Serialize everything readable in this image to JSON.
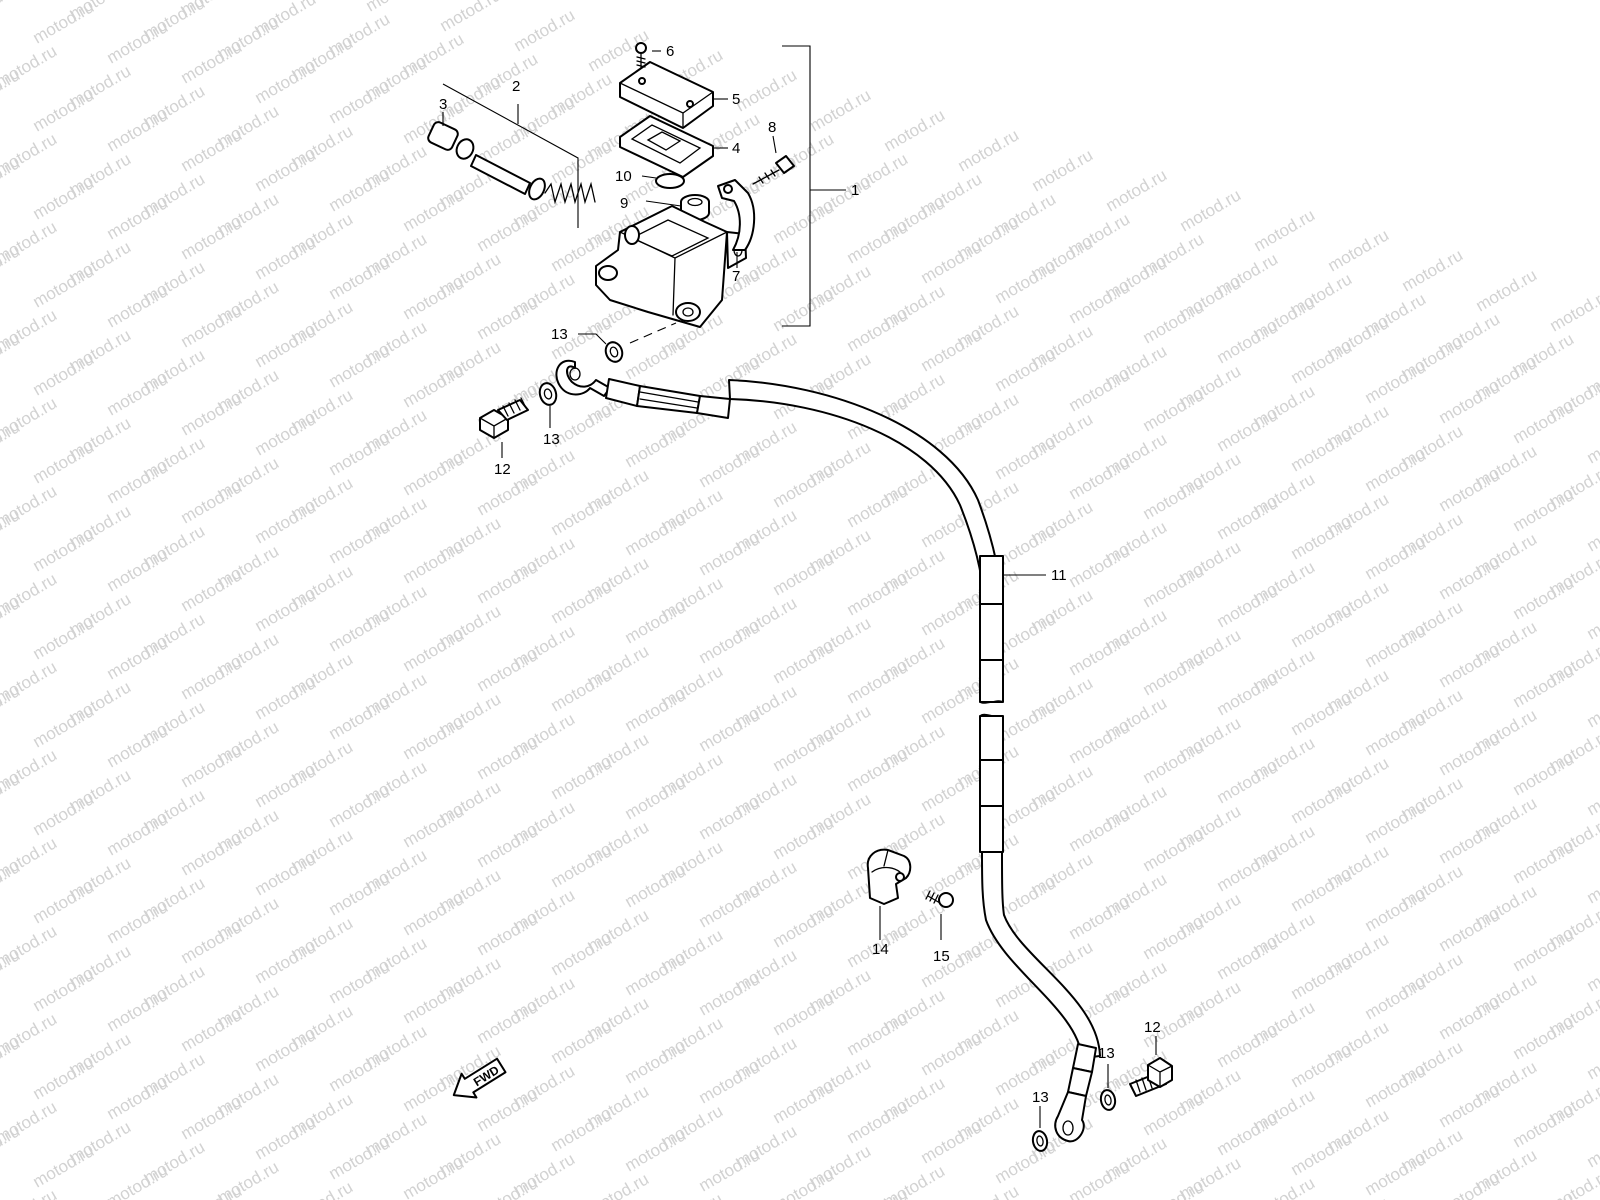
{
  "watermark": {
    "text": "motod.ru"
  },
  "fwd_label": "FWD",
  "callouts": [
    {
      "id": "c1",
      "label": "1"
    },
    {
      "id": "c2",
      "label": "2"
    },
    {
      "id": "c3",
      "label": "3"
    },
    {
      "id": "c4",
      "label": "4"
    },
    {
      "id": "c5",
      "label": "5"
    },
    {
      "id": "c6",
      "label": "6"
    },
    {
      "id": "c7",
      "label": "7"
    },
    {
      "id": "c8",
      "label": "8"
    },
    {
      "id": "c9",
      "label": "9"
    },
    {
      "id": "c10",
      "label": "10"
    },
    {
      "id": "c11",
      "label": "11"
    },
    {
      "id": "c12a",
      "label": "12"
    },
    {
      "id": "c13a",
      "label": "13"
    },
    {
      "id": "c13b",
      "label": "13"
    },
    {
      "id": "c14",
      "label": "14"
    },
    {
      "id": "c15",
      "label": "15"
    },
    {
      "id": "c12b",
      "label": "12"
    },
    {
      "id": "c13c",
      "label": "13"
    },
    {
      "id": "c13d",
      "label": "13"
    }
  ]
}
